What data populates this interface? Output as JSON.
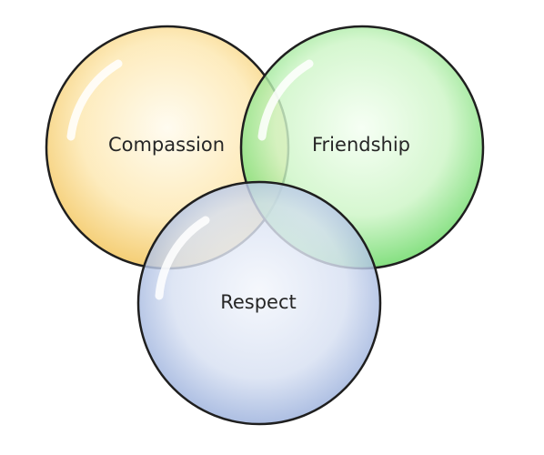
{
  "diagram": {
    "type": "venn",
    "circles": [
      {
        "id": "compassion",
        "label": "Compassion",
        "fill_inner": "#fffbee",
        "fill_mid": "#fde9b5",
        "fill_outer": "#f2c45a",
        "stroke": "#1f1f1f"
      },
      {
        "id": "friendship",
        "label": "Friendship",
        "fill_inner": "#f4fff2",
        "fill_mid": "#cdf5c6",
        "fill_outer": "#5fd65a",
        "stroke": "#1f1f1f"
      },
      {
        "id": "respect",
        "label": "Respect",
        "fill_inner": "#f3f6fc",
        "fill_mid": "#d7e0f2",
        "fill_outer": "#8aa3d6",
        "stroke": "#1f1f1f"
      }
    ]
  }
}
